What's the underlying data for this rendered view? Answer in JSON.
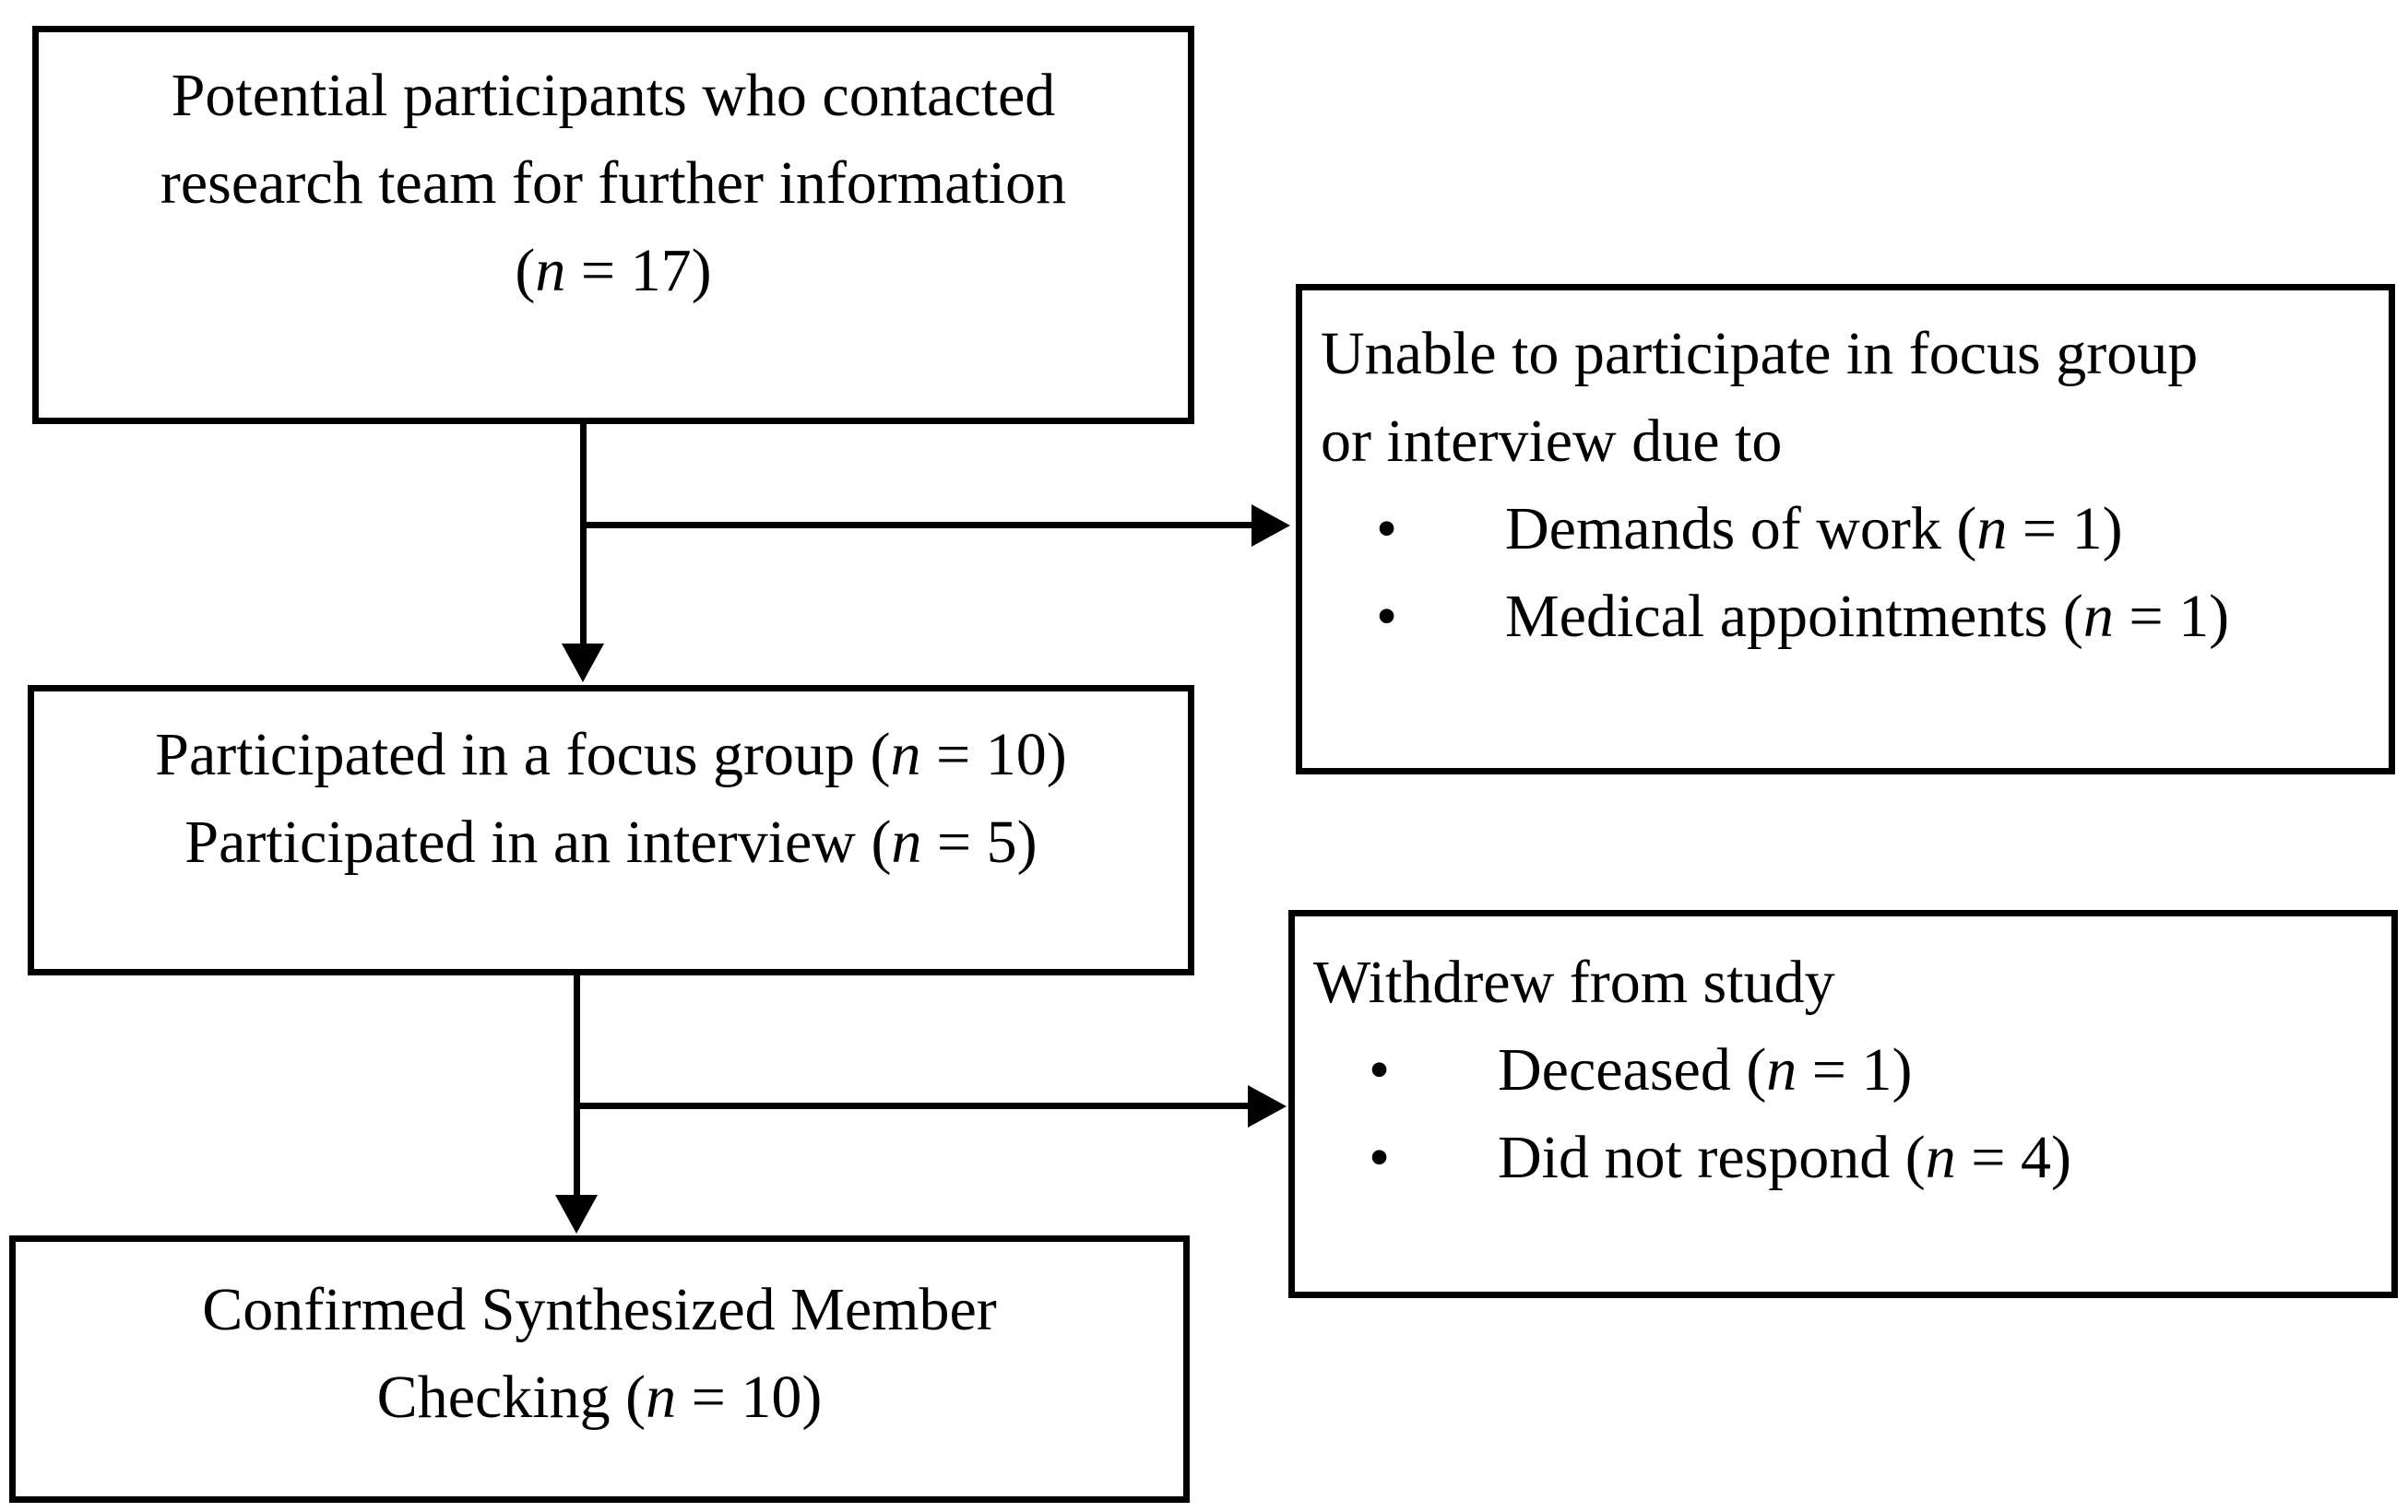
{
  "figure": {
    "type": "participant-flow-diagram",
    "bullet_char": "•",
    "colors": {
      "border": "#000000",
      "background": "#ffffff",
      "text": "#000000"
    },
    "boxes": {
      "contacted": {
        "lines": [
          "Potential participants who contacted",
          "research team for further information",
          "(n = 17)"
        ]
      },
      "unable": {
        "title_lines": [
          "Unable to participate in focus group",
          "or interview due to"
        ],
        "bullets": [
          "Demands of work (n = 1)",
          "Medical appointments (n = 1)"
        ]
      },
      "participated": {
        "lines": [
          "Participated in a focus group (n = 10)",
          "Participated in an interview (n = 5)"
        ]
      },
      "withdrew": {
        "title": "Withdrew from study",
        "bullets": [
          "Deceased (n = 1)",
          "Did not respond (n = 4)"
        ]
      },
      "confirmed": {
        "lines": [
          "Confirmed Synthesized Member",
          "Checking (n = 10)"
        ]
      }
    }
  }
}
